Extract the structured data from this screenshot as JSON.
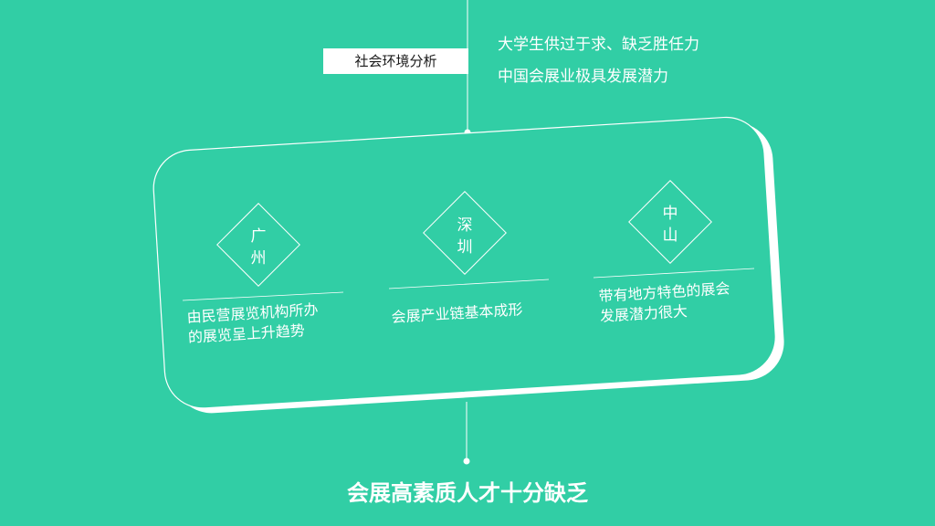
{
  "env_label": "社会环境分析",
  "env_points": [
    "大学生供过于求、缺乏胜任力",
    "中国会展业极具发展潜力"
  ],
  "cities": [
    {
      "name_lines": [
        "广",
        "州"
      ],
      "desc_lines": [
        "由民营展览机构所办",
        "的展览呈上升趋势"
      ]
    },
    {
      "name_lines": [
        "深",
        "圳"
      ],
      "desc_lines": [
        "会展产业链基本成形"
      ]
    },
    {
      "name_lines": [
        "中",
        "山"
      ],
      "desc_lines": [
        "带有地方特色的展会",
        "发展潜力很大"
      ]
    }
  ],
  "conclusion": "会展高素质人才十分缺乏",
  "colors": {
    "background": "#31cea5",
    "foreground": "#ffffff"
  }
}
